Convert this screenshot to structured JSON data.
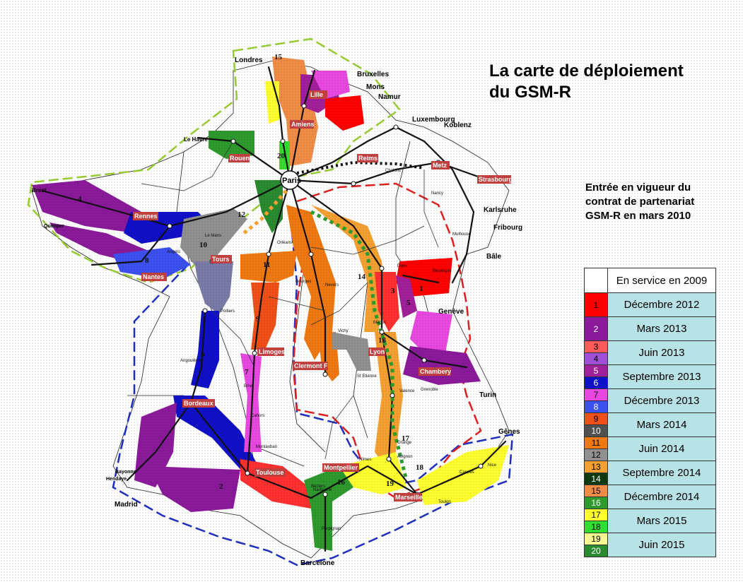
{
  "title": {
    "line1": "La carte de déploiement",
    "line2": "du GSM-R"
  },
  "subtitle": {
    "line1": "Entrée en vigueur du",
    "line2": "contrat de partenariat",
    "line3": "GSM-R en mars 2010"
  },
  "colors": {
    "inservice": "#ffffff",
    "label_bg": "#b8e3e6",
    "border_green": "#9acd32",
    "border_blue": "#1f2fbf",
    "border_red": "#e02020"
  },
  "legend": {
    "in_service": {
      "label": "En service en 2009",
      "color": "#ffffff"
    },
    "groups": [
      {
        "label": "Décembre 2012",
        "items": [
          {
            "n": "1",
            "color": "#ff0000"
          }
        ]
      },
      {
        "label": "Mars 2013",
        "items": [
          {
            "n": "2",
            "color": "#8b1a9b"
          }
        ]
      },
      {
        "label": "Juin 2013",
        "items": [
          {
            "n": "3",
            "color": "#ff5a5a"
          },
          {
            "n": "4",
            "color": "#a050d8"
          }
        ]
      },
      {
        "label": "Septembre 2013",
        "items": [
          {
            "n": "5",
            "color": "#a0209a"
          },
          {
            "n": "6",
            "color": "#1010c8"
          }
        ]
      },
      {
        "label": "Décembre 2013",
        "items": [
          {
            "n": "7",
            "color": "#e848e0"
          },
          {
            "n": "8",
            "color": "#3c50f0"
          }
        ]
      },
      {
        "label": "Mars 2014",
        "items": [
          {
            "n": "9",
            "color": "#f05018"
          },
          {
            "n": "10",
            "color": "#505050"
          }
        ]
      },
      {
        "label": "Juin 2014",
        "items": [
          {
            "n": "11",
            "color": "#f07810"
          },
          {
            "n": "12",
            "color": "#909090"
          }
        ]
      },
      {
        "label": "Septembre 2014",
        "items": [
          {
            "n": "13",
            "color": "#f5a030"
          },
          {
            "n": "14",
            "color": "#0f3a10"
          }
        ]
      },
      {
        "label": "Décembre 2014",
        "items": [
          {
            "n": "15",
            "color": "#f08c46"
          },
          {
            "n": "16",
            "color": "#2e9a2e"
          }
        ]
      },
      {
        "label": "Mars 2015",
        "items": [
          {
            "n": "17",
            "color": "#ffff30"
          },
          {
            "n": "18",
            "color": "#30e030"
          }
        ]
      },
      {
        "label": "Juin 2015",
        "items": [
          {
            "n": "19",
            "color": "#f8f890"
          },
          {
            "n": "20",
            "color": "#2a8a30"
          }
        ]
      }
    ]
  },
  "cities": {
    "paris": "Paris",
    "lille": "Lille",
    "amiens": "Amiens",
    "rouen": "Rouen",
    "reims": "Reims",
    "metz": "Metz",
    "strasbourg": "Strasbourg",
    "rennes": "Rennes",
    "nantes": "Nantes",
    "tours": "Tours",
    "limoges": "Limoges",
    "clermont": "Clermont F",
    "lyon": "Lyon",
    "chambery": "Chambery",
    "bordeaux": "Bordeaux",
    "toulouse": "Toulouse",
    "montpellier": "Montpellier",
    "marseille": "Marseille",
    "dijon": "Dijon",
    "geneve": "Genève",
    "luxembourg": "Luxembourg",
    "koblenz": "Koblenz",
    "bruxelles": "Bruxelles",
    "mons": "Mons",
    "namur": "Namur",
    "londres": "Londres",
    "karlsruhe": "Karlsruhe",
    "fribourg": "Fribourg",
    "bale": "Bâle",
    "turin": "Turin",
    "genes": "Gênes",
    "madrid": "Madrid",
    "barcelone": "Barcelone",
    "le_havre": "Le Havre",
    "brest": "Brest",
    "quimper": "Quimper",
    "hendaye": "Hendaye",
    "bayonne": "Bayonne",
    "poitiers": "Poitiers",
    "angers": "Angers",
    "le_mans": "Le Mans",
    "orleans": "Orléans",
    "bourges": "Bourges",
    "nevers": "Nevers",
    "vichy": "Vichy",
    "st_etienne": "St Etienne",
    "grenoble": "Grenoble",
    "avignon": "Avignon",
    "nimes": "Nîmes",
    "toulon": "Toulon",
    "nice": "Nice",
    "cannes": "Cannes",
    "narbonne": "Narbonne",
    "perpignan": "Perpignan",
    "beziers": "Béziers",
    "montauban": "Montauban",
    "cahors": "Cahors",
    "brive": "Brive",
    "angouleme": "Angoulême",
    "chalons": "Chalons",
    "nancy": "Nancy",
    "mulhouse": "Mulhouse",
    "besancon": "Besançon",
    "valence": "Valence",
    "orange": "Orange",
    "macon": "Mâcon"
  },
  "section_numbers": [
    "1",
    "2",
    "3",
    "4",
    "5",
    "6",
    "7",
    "8",
    "9",
    "10",
    "11",
    "12",
    "13",
    "14",
    "15",
    "16",
    "17",
    "18",
    "19",
    "20"
  ]
}
